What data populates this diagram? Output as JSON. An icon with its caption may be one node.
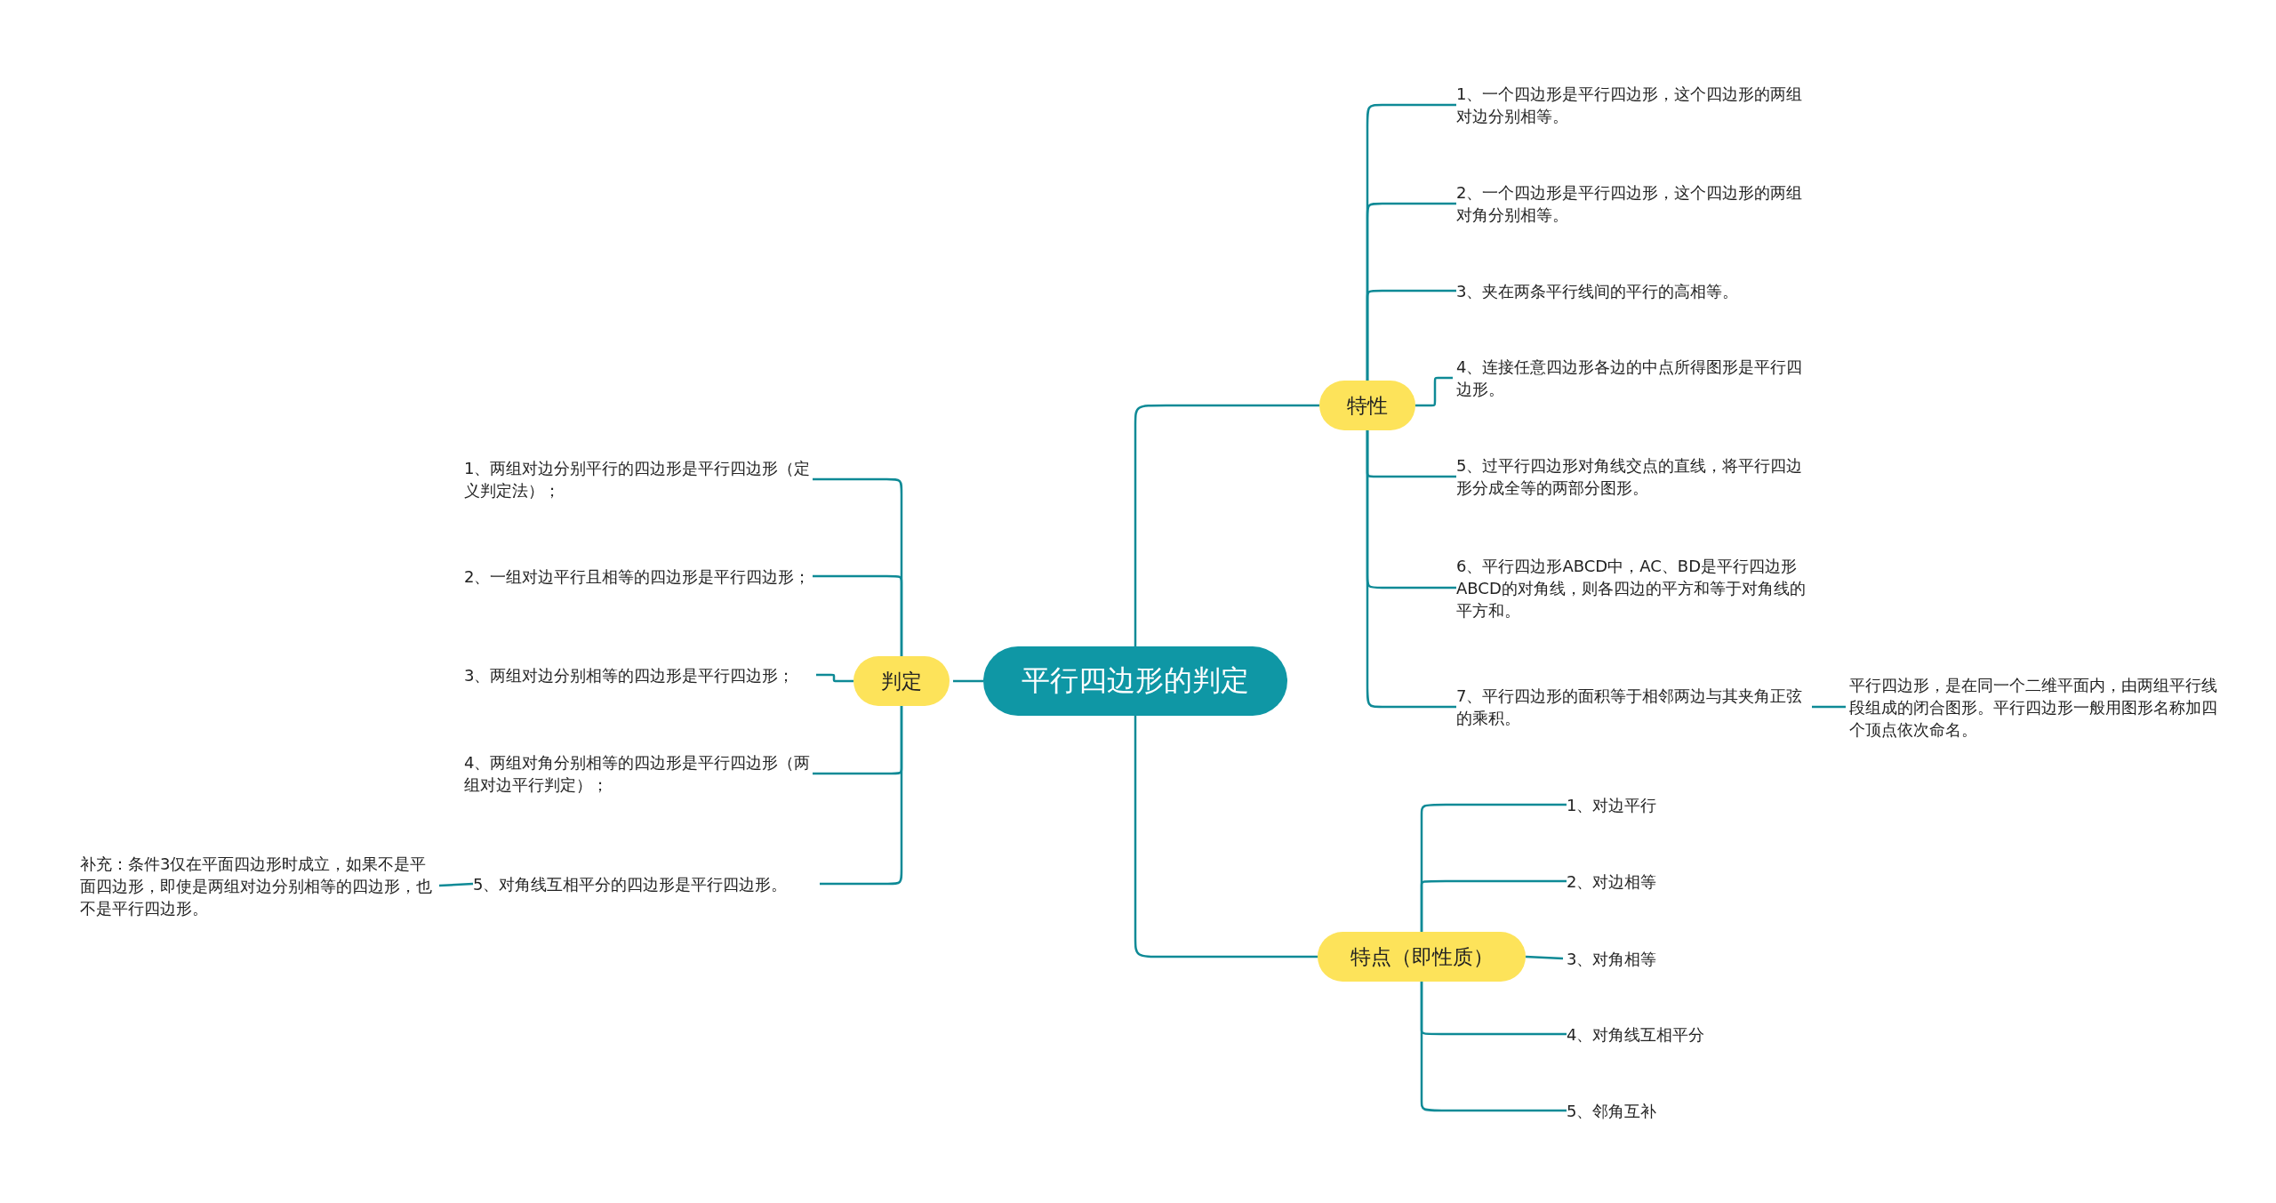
{
  "diagram": {
    "nodes": [
      {
        "text": [
          "平行四边形的判定"
        ]
      },
      {
        "text": [
          "判定"
        ]
      },
      {
        "text": [
          "1、两组对边分别平行的四边形是平行四边形（定义判定法）；"
        ]
      },
      {
        "text": [
          "2、一组对边平行且相等的四边形是平行四边形；"
        ]
      },
      {
        "text": [
          "3、两组对边分别相等的四边形是平行四边形；"
        ]
      },
      {
        "text": [
          "4、两组对角分别相等的四边形是平行四边形（两组对边平行判定）；"
        ]
      },
      {
        "text": [
          "5、对角线互相平分的四边形是平行四边形。"
        ]
      },
      {
        "text": [
          "补充：条件3仅在平面四边形时成立，如果不是平面四边形，即使是两组对边分别相等的四边形，也不是平行四边形。"
        ]
      },
      {
        "text": [
          "特性"
        ]
      },
      {
        "text": [
          "1、一个四边形是平行四边形，这个四边形的两组对边分别相等。"
        ]
      },
      {
        "text": [
          "2、一个四边形是平行四边形，这个四边形的两组对角分别相等。"
        ]
      },
      {
        "text": [
          "3、夹在两条平行线间的平行的高相等。"
        ]
      },
      {
        "text": [
          "4、连接任意四边形各边的中点所得图形是平行四边形。"
        ]
      },
      {
        "text": [
          "5、过平行四边形对角线交点的直线，将平行四边形分成全等的两部分图形。"
        ]
      },
      {
        "text": [
          "6、平行四边形ABCD中，AC、BD是平行四边形ABCD的对角线，则各四边的平方和等于对角线的平方和。"
        ]
      },
      {
        "text": [
          "7、平行四边形的面积等于相邻两边与其夹角正弦的乘积。"
        ]
      },
      {
        "text": [
          "平行四边形，是在同一个二维平面内，由两组平行线段组成的闭合图形。平行四边形一般用图形名称加四个顶点依次命名。"
        ]
      },
      {
        "text": [
          "特点（即性质）"
        ]
      },
      {
        "text": [
          "1、对边平行"
        ]
      },
      {
        "text": [
          "2、对边相等"
        ]
      },
      {
        "text": [
          "3、对角相等"
        ]
      },
      {
        "text": [
          "4、对角线互相平分"
        ]
      },
      {
        "text": [
          "5、邻角互补"
        ]
      }
    ],
    "edges": [
      {
        "from": 0,
        "to": 1,
        "arrow": "none"
      },
      {
        "from": 1,
        "to": 2,
        "arrow": "none"
      },
      {
        "from": 1,
        "to": 3,
        "arrow": "none"
      },
      {
        "from": 1,
        "to": 4,
        "arrow": "none"
      },
      {
        "from": 1,
        "to": 5,
        "arrow": "none"
      },
      {
        "from": 1,
        "to": 6,
        "arrow": "none"
      },
      {
        "from": 6,
        "to": 7,
        "arrow": "none"
      },
      {
        "from": 0,
        "to": 8,
        "arrow": "none"
      },
      {
        "from": 8,
        "to": 9,
        "arrow": "none"
      },
      {
        "from": 8,
        "to": 10,
        "arrow": "none"
      },
      {
        "from": 8,
        "to": 11,
        "arrow": "none"
      },
      {
        "from": 8,
        "to": 12,
        "arrow": "none"
      },
      {
        "from": 8,
        "to": 13,
        "arrow": "none"
      },
      {
        "from": 8,
        "to": 14,
        "arrow": "none"
      },
      {
        "from": 8,
        "to": 15,
        "arrow": "none"
      },
      {
        "from": 15,
        "to": 16,
        "arrow": "none"
      },
      {
        "from": 0,
        "to": 17,
        "arrow": "none"
      },
      {
        "from": 17,
        "to": 18,
        "arrow": "none"
      },
      {
        "from": 17,
        "to": 19,
        "arrow": "none"
      },
      {
        "from": 17,
        "to": 20,
        "arrow": "none"
      },
      {
        "from": 17,
        "to": 21,
        "arrow": "none"
      },
      {
        "from": 17,
        "to": 22,
        "arrow": "none"
      }
    ]
  }
}
